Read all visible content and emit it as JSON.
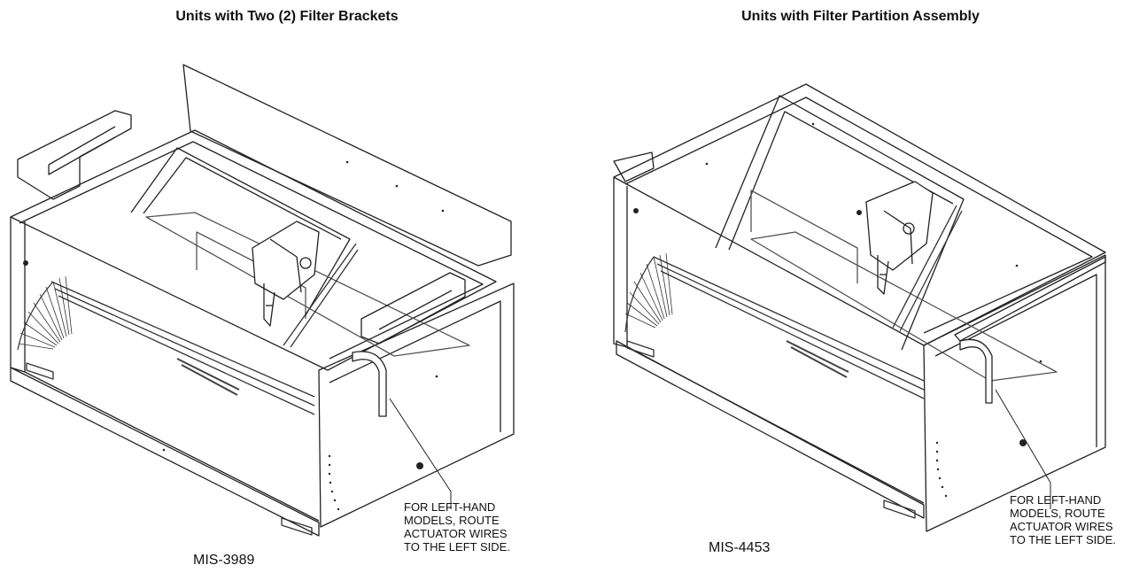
{
  "panels": [
    {
      "heading": "Units with Two (2) Filter Brackets",
      "figure_id": "MIS-3989",
      "callout_lines": [
        "FOR LEFT-HAND",
        "MODELS, ROUTE",
        "ACTUATOR WIRES",
        "TO THE LEFT SIDE."
      ]
    },
    {
      "heading": "Units with Filter Partition Assembly",
      "figure_id": "MIS-4453",
      "callout_lines": [
        "FOR LEFT-HAND",
        "MODELS, ROUTE",
        "ACTUATOR WIRES",
        "TO THE LEFT SIDE."
      ]
    }
  ]
}
